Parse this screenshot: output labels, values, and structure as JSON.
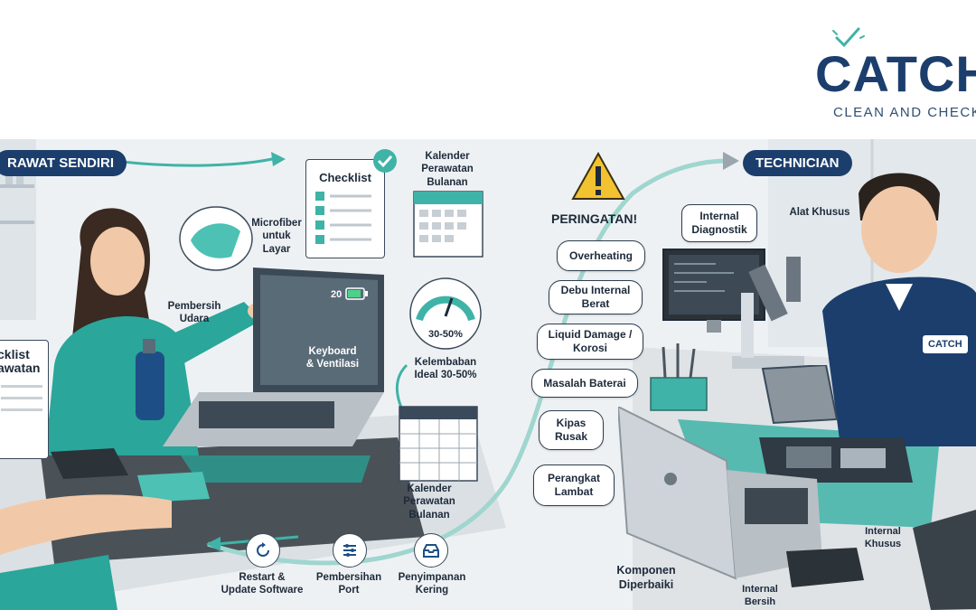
{
  "brand": {
    "name": "CATCH",
    "tagline": "CLEAN AND CHECK",
    "badge_text": "CATCH"
  },
  "colors": {
    "navy": "#1b3e6d",
    "teal": "#3fb3a7",
    "warning": "#f2c230"
  },
  "left_panel": {
    "title": "RAWAT SENDIRI",
    "checklist_title": "Checklist",
    "side_checklist_lines": [
      "cklist",
      "awatan"
    ],
    "labels": {
      "microfiber": "Microfiber\nuntuk\nLayar",
      "calendar_top": "Kalender\nPerawatan\nBulanan",
      "air_cleaner": "Pembersih\nUdara",
      "keyboard": "Keyboard\n& Ventilasi",
      "humidity_gauge": "30-50%",
      "humidity": "Kelembaban\nIdeal 30-50%",
      "calendar_bottom": "Kalender\nPerawatan\nBulanan",
      "battery": "20"
    },
    "bottom_steps": [
      {
        "label": "Restart &\nUpdate Software",
        "icon": "refresh-icon"
      },
      {
        "label": "Pembersihan\nPort",
        "icon": "sliders-icon"
      },
      {
        "label": "Penyimpanan\nKering",
        "icon": "tray-icon"
      }
    ]
  },
  "middle": {
    "warning_title": "PERINGATAN!",
    "problems": [
      "Overheating",
      "Debu Internal\nBerat",
      "Liquid Damage /\nKorosi",
      "Masalah Baterai",
      "Kipas\nRusak",
      "Perangkat\nLambat"
    ]
  },
  "right_panel": {
    "title": "TECHNICIAN",
    "labels": {
      "diagnostic": "Internal\nDiagnostik",
      "tools": "Alat Khusus",
      "components": "Komponen\nDiperbaiki",
      "internal_special": "Internal\nKhusus",
      "internal_clean": "Internal\nBersih"
    }
  }
}
